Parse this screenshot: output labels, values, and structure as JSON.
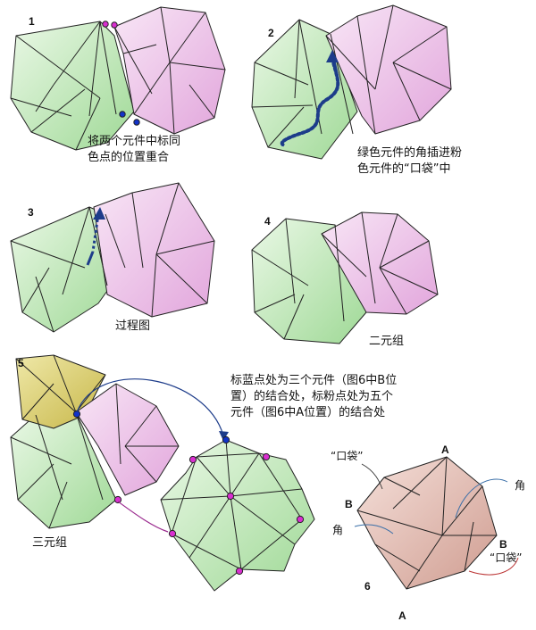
{
  "steps": [
    {
      "number": "1",
      "caption_lines": [
        "将两个元件中标同",
        "色点的位置重合"
      ]
    },
    {
      "number": "2",
      "caption_lines": [
        "绿色元件的角插进粉",
        "色元件的“口袋”中"
      ]
    },
    {
      "number": "3",
      "caption_lines": [
        "过程图"
      ]
    },
    {
      "number": "4",
      "caption_lines": [
        "二元组"
      ]
    },
    {
      "number": "5",
      "caption_lines": [
        "三元组"
      ]
    },
    {
      "number": "6",
      "caption_lines": []
    }
  ],
  "note_lines": [
    "标蓝点处为三个元件（图6中B位",
    "置）的结合处，标粉点处为五个",
    "元件（图6中A位置）的结合处"
  ],
  "fig6_labels": {
    "pocket_top": "“口袋”",
    "pocket_right": "“口袋”",
    "corner_right": "角",
    "corner_left": "角",
    "a_top": "A",
    "a_bottom": "A",
    "b_left": "B",
    "b_right": "B"
  },
  "colors": {
    "green": "#c9ecc2",
    "pink": "#eec7ea",
    "yellow": "#dcd37a",
    "peach": "#e9c6bd",
    "blue_dot": "#1233c8",
    "pink_dot": "#d92fd0",
    "arrow_blue": "#1d3c8a"
  }
}
